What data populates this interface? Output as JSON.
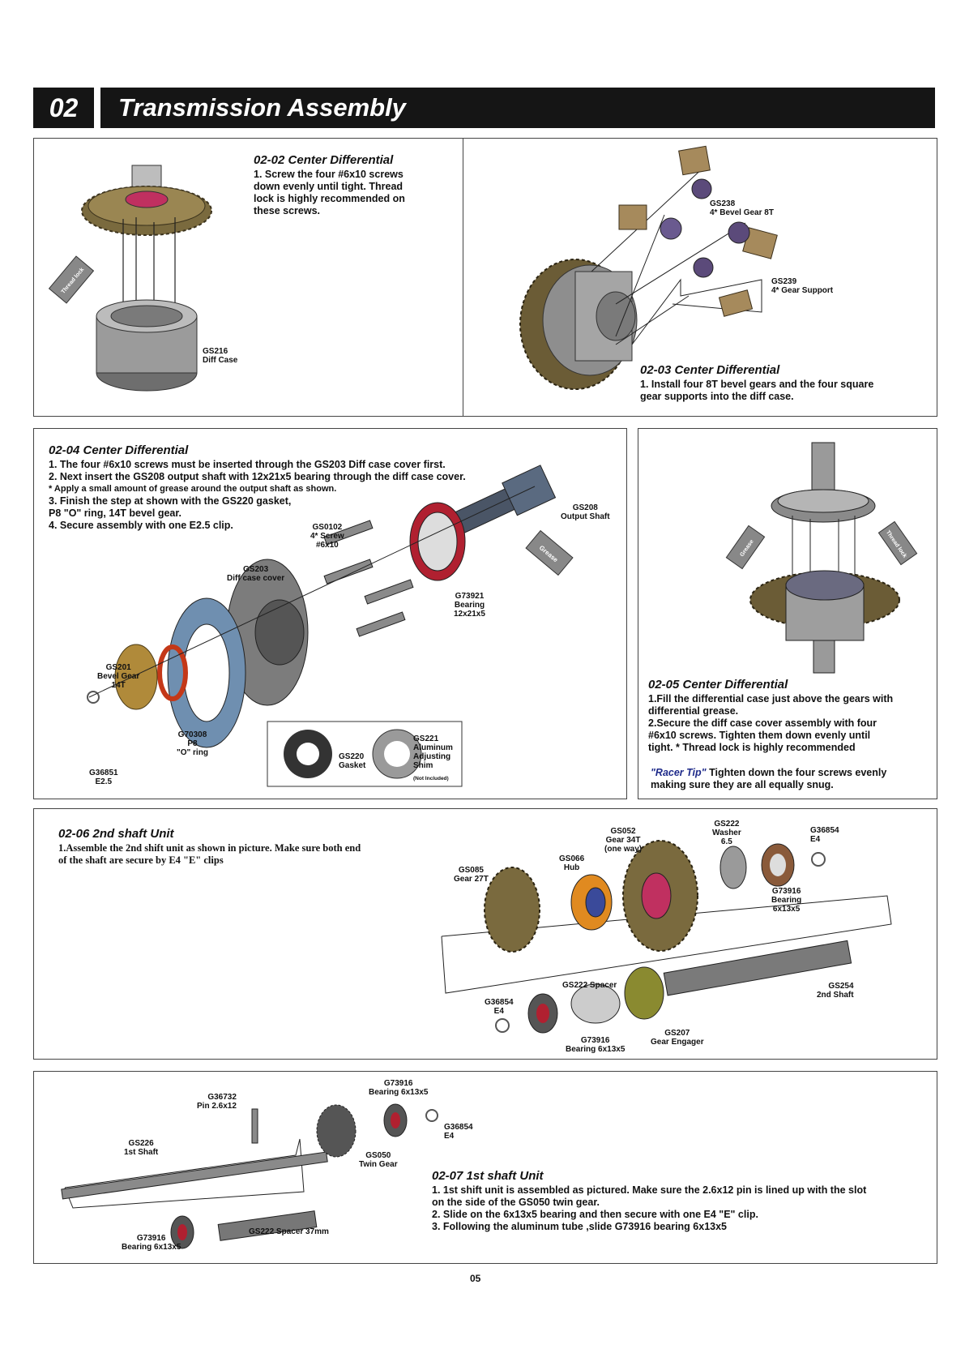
{
  "header": {
    "number": "02",
    "title": "Transmission Assembly"
  },
  "step_02_02": {
    "title": "02-02  Center Differential",
    "items": [
      "1. Screw the four #6x10 screws\n    down evenly until tight. Thread\n    lock is highly recommended on\n    these screws."
    ],
    "labels": {
      "gs216": "GS216\nDiff Case",
      "threadlock": "Thread\nlock"
    }
  },
  "step_02_03": {
    "title": "02-03  Center Differential",
    "items": [
      "1. Install four 8T bevel gears and the four square\n    gear supports into the diff case."
    ],
    "labels": {
      "gs238": "GS238\n4* Bevel Gear 8T",
      "gs239": "GS239\n4* Gear Support"
    }
  },
  "step_02_04": {
    "title": "02-04  Center Differential",
    "items": [
      "1. The four #6x10 screws must be inserted through the GS203 Diff case cover first.",
      "2. Next insert the GS208 output shaft with 12x21x5 bearing through the diff case cover.",
      "   * Apply a small amount of grease around the output shaft as shown.",
      "3. Finish the step at shown with the GS220 gasket,\n    P8 \"O\" ring, 14T bevel gear.",
      "4. Secure assembly with one E2.5 clip."
    ],
    "labels": {
      "gs208": "GS208\nOutput Shaft",
      "gs0102": "GS0102\n4* Screw\n#6x10",
      "gs203": "GS203\nDiff case cover",
      "g73921": "G73921\nBearing\n12x21x5",
      "gs201": "GS201\nBevel Gear\n14T",
      "g70308": "G70308\nP8\n\"O\" ring",
      "g36851": "G36851\nE2.5",
      "gs220": "GS220\nGasket",
      "gs221": "GS221\nAluminum\nAdjusting\nShim",
      "not_included": "(Not Included)",
      "grease": "Grease"
    }
  },
  "step_02_05": {
    "title": "02-05  Center Differential",
    "items": [
      "1.Fill the differential case just above the gears with\n    differential grease.",
      "2.Secure the diff case cover assembly with four\n    #6x10 screws.  Tighten them down evenly until\n    tight.  * Thread lock is highly recommended"
    ],
    "tip_label": "\"Racer Tip\"",
    "tip_text": " Tighten down the four screws evenly\n                           making sure they are all equally snug.",
    "labels": {
      "grease": "Grease",
      "threadlock": "Thread\nlock"
    }
  },
  "step_02_06": {
    "title": "02-06  2nd shaft Unit",
    "items": [
      "1.Assemble the 2nd shift unit as shown in picture.   Make sure both end\n  of the shaft are secure by E4 \"E\" clips"
    ],
    "labels": {
      "gs052": "GS052\nGear 34T\n(one way)",
      "gs222w": "GS222\nWasher\n6.5",
      "g36854a": "G36854\nE4",
      "gs066": "GS066\nHub",
      "gs085": "GS085\nGear 27T",
      "g73916a": "G73916\nBearing\n6x13x5",
      "gs222s": "GS222 Spacer",
      "gs254": "GS254\n2nd Shaft",
      "g36854b": "G36854\nE4",
      "g73916b": "G73916\nBearing 6x13x5",
      "gs207": "GS207\nGear Engager"
    }
  },
  "step_02_07": {
    "title": "02-07  1st shaft Unit",
    "items": [
      "1. 1st shift unit is assembled as pictured.  Make sure the 2.6x12 pin is lined up with the slot\n    on the side of  the GS050 twin gear.",
      "2. Slide on the 6x13x5 bearing and then secure with one E4 \"E\" clip.",
      "3. Following the aluminum tube ,slide G73916 bearing 6x13x5"
    ],
    "labels": {
      "g73916t": "G73916\nBearing 6x13x5",
      "g36732": "G36732\nPin 2.6x12",
      "g36854": "G36854\nE4",
      "gs226": "GS226\n1st Shaft",
      "gs050": "GS050\nTwin Gear",
      "g73916b": "G73916\nBearing 6x13x5",
      "gs222sp": "GS222 Spacer 37mm"
    }
  },
  "page_number": "05",
  "colors": {
    "header_bg": "#151515",
    "gear": "#7a6a3e",
    "case": "#8a8a8a",
    "bevel": "#5b4a7a",
    "support": "#a68a5c",
    "bearing_red": "#b02030",
    "gasket_blue": "#6f8fb0",
    "hub_orange": "#e08a20",
    "marker": "#d23"
  }
}
